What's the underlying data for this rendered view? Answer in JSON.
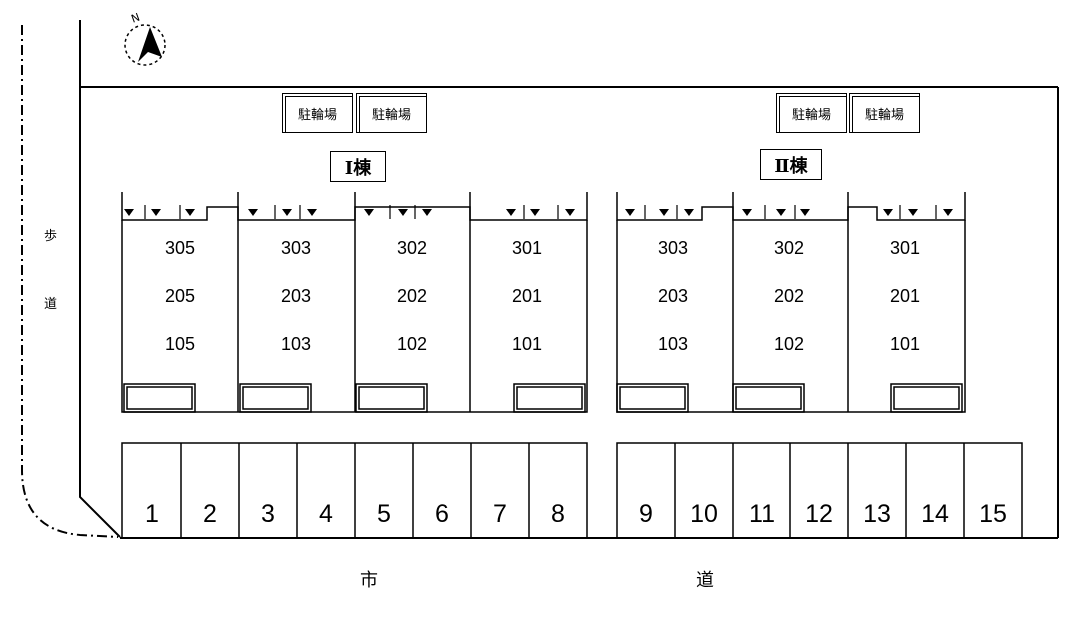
{
  "compass": {
    "label": "N"
  },
  "sidewalk": {
    "chars": [
      "歩",
      "道"
    ]
  },
  "road": {
    "chars": [
      "市",
      "道"
    ]
  },
  "bike_parking": [
    "駐輪場",
    "駐輪場",
    "駐輪場",
    "駐輪場"
  ],
  "buildings": [
    {
      "name": "Ⅰ棟",
      "columns": [
        [
          "305",
          "205",
          "105"
        ],
        [
          "303",
          "203",
          "103"
        ],
        [
          "302",
          "202",
          "102"
        ],
        [
          "301",
          "201",
          "101"
        ]
      ]
    },
    {
      "name": "Ⅱ棟",
      "columns": [
        [
          "303",
          "203",
          "103"
        ],
        [
          "302",
          "202",
          "102"
        ],
        [
          "301",
          "201",
          "101"
        ]
      ]
    }
  ],
  "parking_spaces": [
    "1",
    "2",
    "3",
    "4",
    "5",
    "6",
    "7",
    "8",
    "9",
    "10",
    "11",
    "12",
    "13",
    "14",
    "15"
  ]
}
